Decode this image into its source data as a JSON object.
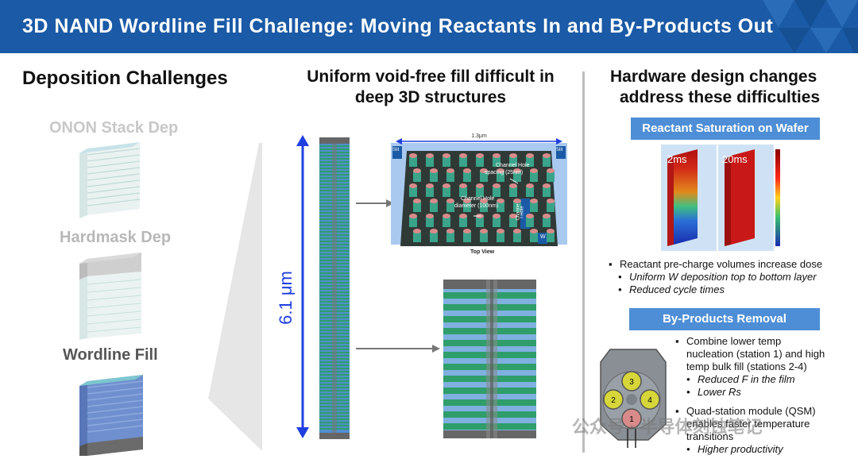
{
  "header": {
    "title": "3D NAND Wordline Fill Challenge: Moving Reactants In and By-Products Out",
    "bg_color": "#1a5aa6"
  },
  "left": {
    "title": "Deposition Challenges",
    "steps": [
      {
        "label": "ONON Stack Dep",
        "color": "#c8c8c8"
      },
      {
        "label": "Hardmask Dep",
        "color": "#b8b8b8"
      },
      {
        "label": "Wordline Fill",
        "color": "#555555"
      }
    ]
  },
  "middle": {
    "title_line1": "Uniform void-free fill difficult in",
    "title_line2": "deep 3D structures",
    "height_label": "6.1 μm",
    "top_view": {
      "width_label": "1.3μm",
      "spacing_label_1": "Channel Hole",
      "spacing_label_2": "spacing (25nm)",
      "diameter_label_1": "Channel Hole",
      "diameter_label_2": "diameter (100nm)",
      "channel_hole_1": "Channe",
      "channel_hole_2": "l Hole",
      "slit_left": "Slit",
      "slit_right": "Slit",
      "w_label": "W",
      "caption": "Top View"
    }
  },
  "right": {
    "title_line1": "Hardware design changes",
    "title_line2": "address these difficulties",
    "banner1": "Reactant Saturation on Wafer",
    "sim_label_1": "2ms",
    "sim_label_2": "20ms",
    "bullets1": {
      "main": "Reactant pre-charge volumes increase dose",
      "sub1": "Uniform W deposition top to bottom layer",
      "sub2": "Reduced cycle times"
    },
    "banner2": "By-Products Removal",
    "bullets2": {
      "main1_l1": "Combine lower temp",
      "main1_l2": "nucleation (station 1) and high",
      "main1_l3": "temp bulk fill (stations 2-4)",
      "sub1": "Reduced F in the film",
      "sub2": "Lower Rs",
      "main2_l1": "Quad-station module (QSM)",
      "main2_l2": "enables faster temperature",
      "main2_l3": "transitions",
      "sub3": "Higher productivity"
    },
    "stations": [
      "1",
      "2",
      "3",
      "4"
    ]
  },
  "watermark": "公众号 · 半导体刻蚀笔记",
  "colors": {
    "banner": "#4d8ed6",
    "arrow": "#1f3fe0",
    "stack_green": "#2f9e6a",
    "stack_blue": "#6e9ad6"
  }
}
